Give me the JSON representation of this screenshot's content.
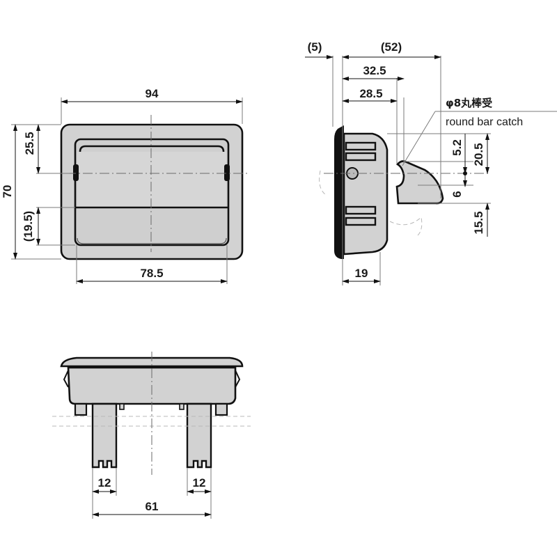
{
  "colors": {
    "outline": "#111111",
    "body_fill": "#d2d2d2",
    "dimension_line": "#7a7a7a",
    "background": "#ffffff"
  },
  "front_view": {
    "width_overall": "94",
    "height_overall": "70",
    "upper_offset": "25.5",
    "lower_offset": "(19.5)",
    "handle_width": "78.5"
  },
  "side_view": {
    "flange_thickness": "(5)",
    "overall_depth": "(52)",
    "depth_a": "32.5",
    "depth_b": "28.5",
    "catch_label_jp": "φ8丸棒受",
    "catch_label_en": "round bar catch",
    "catch_offset_a": "5.2",
    "catch_height": "20.5",
    "catch_gap": "6",
    "lower_offset": "15.5",
    "body_depth": "19"
  },
  "bottom_view": {
    "leg_width_left": "12",
    "leg_width_right": "12",
    "leg_spacing": "61"
  }
}
